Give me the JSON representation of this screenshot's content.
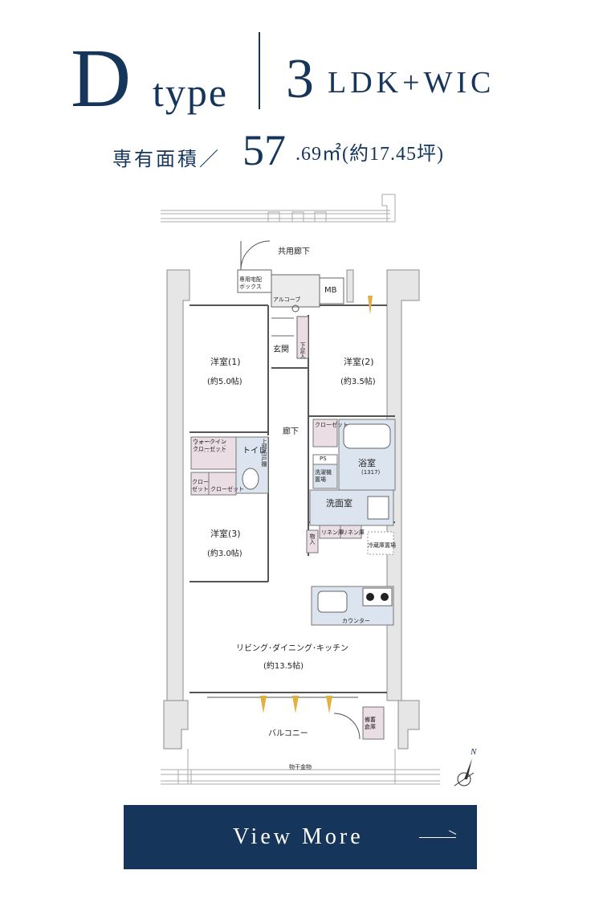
{
  "header": {
    "type_letter": "D",
    "type_word": "type",
    "plan_number": "3",
    "plan_rest": "LDK+WIC"
  },
  "area": {
    "label": "専有面積／",
    "integer": "57",
    "decimal": ".69㎡(約17.45坪)"
  },
  "floorplan": {
    "common_corridor": "共用廊下",
    "delivery_box": "専用宅配\nボックス",
    "alcove": "アルコーブ",
    "mb": "MB",
    "entrance": "玄関",
    "shoe_box": "下足入",
    "room1_name": "洋室(1)",
    "room1_size": "(約5.0帖)",
    "room2_name": "洋室(2)",
    "room2_size": "(約3.5帖)",
    "hallway": "廊下",
    "wic": "ウォークイン\nクローゼット",
    "toilet": "トイレ",
    "toilet_storage": "上部吊戸棚",
    "closet_a": "クロー\nゼット",
    "closet_b": "クローゼット",
    "closet_c": "クローゼット",
    "ps": "PS",
    "bath_name": "浴室",
    "bath_size": "(1317)",
    "washer": "洗濯機\n置場",
    "washroom": "洗面室",
    "room3_name": "洋室(3)",
    "room3_size": "(約3.0帖)",
    "storage": "物入",
    "linen1": "リネン庫",
    "linen2": "リネン庫",
    "fridge": "冷蔵庫置場",
    "counter": "カウンター",
    "ldk_name": "リビング･ダイニング･キッチン",
    "ldk_size": "(約13.5帖)",
    "balcony": "バルコニー",
    "outdoor_storage": "備蓄\n倉庫",
    "drying_rack": "物干金物"
  },
  "compass": {
    "north_label": "N"
  },
  "button": {
    "label": "View More",
    "arrow_icon": "long-arrow-right-icon"
  },
  "colors": {
    "navy": "#15365a",
    "wet_area": "#dbe4ef",
    "storage": "#eadde4",
    "wall": "#9a9a9a"
  }
}
